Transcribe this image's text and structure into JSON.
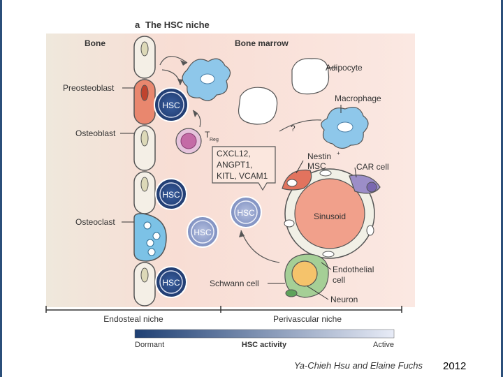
{
  "figure": {
    "panel_letter": "a",
    "title": "The HSC niche",
    "regions": {
      "bone": "Bone",
      "bone_marrow": "Bone marrow"
    },
    "labels": {
      "preosteoblast": "Preosteoblast",
      "osteoblast": "Osteoblast",
      "osteoclast": "Osteoclast",
      "adipocyte": "Adipocyte",
      "macrophage": "Macrophage",
      "treg_main": "T",
      "treg_sub": "Reg",
      "question_mark": "?",
      "nestin_line1": "Nestin",
      "nestin_sup": "+",
      "nestin_line2": "MSC",
      "car_cell": "CAR cell",
      "sinusoid": "Sinusoid",
      "schwann_cell": "Schwann cell",
      "endothelial_line1": "Endothelial",
      "endothelial_line2": "cell",
      "neuron": "Neuron",
      "hsc": "HSC"
    },
    "factors_box": [
      "CXCL12,",
      "ANGPT1,",
      "KITL, VCAM1"
    ],
    "niche_axis": {
      "endosteal": "Endosteal niche",
      "perivascular": "Perivascular niche"
    },
    "activity_bar": {
      "left_label": "Dormant",
      "title": "HSC activity",
      "right_label": "Active",
      "color_start": "#1e3f73",
      "color_end": "#e8ecf7"
    },
    "colors": {
      "hsc_dark": "#2e4f8c",
      "hsc_light": "#8f9fcb",
      "preosteoblast": "#e9876e",
      "osteoclast": "#7cc2e6",
      "treg": "#c46ba6",
      "macrophage": "#8ec7ea",
      "sinusoid": "#f1a08b",
      "nestin_msc": "#e2735e",
      "car_cell": "#9c8ec8",
      "neuron": "#f5c36b",
      "schwann": "#a5cf96"
    }
  },
  "credit": "Ya-Chieh Hsu and Elaine Fuchs",
  "year": "2012"
}
